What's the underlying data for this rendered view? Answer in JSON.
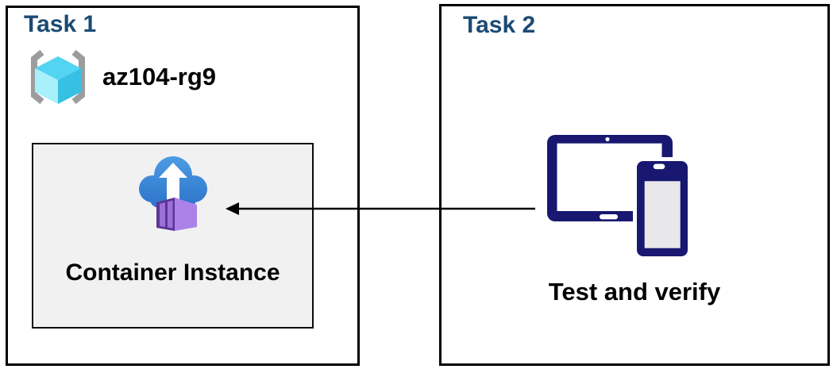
{
  "tasks": [
    {
      "label": "Task 1"
    },
    {
      "label": "Task 2"
    }
  ],
  "task1": {
    "resource_group_name": "az104-rg9",
    "container_card_label": "Container Instance"
  },
  "task2": {
    "caption": "Test and verify"
  },
  "icons": {
    "resource_group": "azure-resource-group-icon",
    "container_instance": "cloud-upload-container-icon",
    "devices": "tablet-and-phone-icon",
    "flow": "left-arrow-icon"
  },
  "colors": {
    "heading_blue": "#1B4A74",
    "text_black": "#000000",
    "panel_border": "#000000",
    "card_bg": "#F1F1F2",
    "bracket_gray": "#9C9C9C",
    "cube_top": "#53D4F2",
    "cube_left": "#A8F0FB",
    "cube_right": "#36C0E3",
    "cloud_light": "#4D9CE4",
    "cloud_dark": "#2B72C8",
    "purple_dark": "#5B3694",
    "purple_mid": "#9E6FD9",
    "purple_light": "#AC82E8",
    "purple_top": "#7C4EBD",
    "device_navy": "#181870",
    "device_screen": "#E8E8EA",
    "arrow_color": "#000000"
  }
}
